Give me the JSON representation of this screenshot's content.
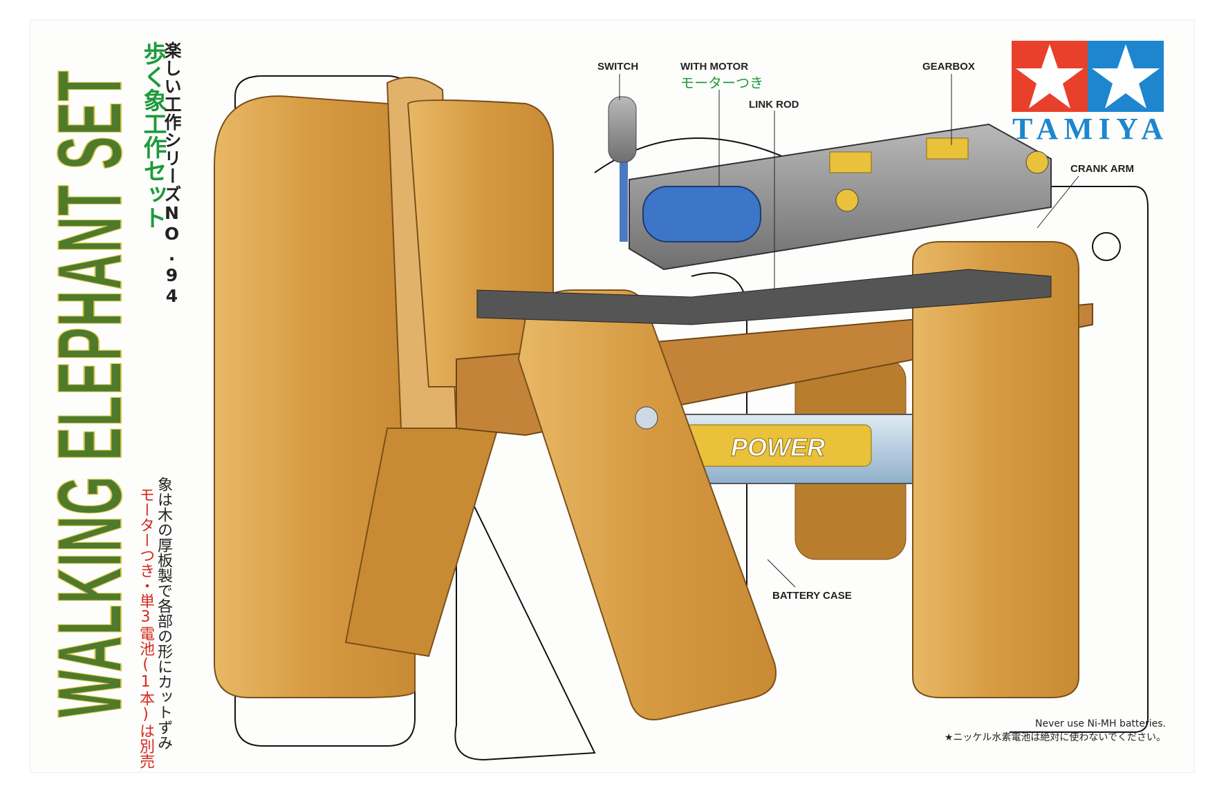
{
  "title": "WALKING ELEPHANT SET",
  "series": "楽しい工作シリーズNO.94",
  "japanese_title": "歩く象工作セット",
  "description": "象は木の厚板製で各部の形にカットずみ",
  "sold_separately": "モーターつき・単3電池(1本)は別売",
  "labels": {
    "switch": "SWITCH",
    "with_motor": "WITH MOTOR",
    "with_motor_jp": "モーターつき",
    "link_rod": "LINK ROD",
    "gearbox": "GEARBOX",
    "crank_arm": "CRANK ARM",
    "battery_case": "BATTERY CASE"
  },
  "battery_print": "POWER",
  "brand": "TAMIYA",
  "notice": {
    "en": "Never use Ni-MH batteries.",
    "jp": "★ニッケル水素電池は絶対に使わないでください。"
  },
  "colors": {
    "green": "#4f7a2b",
    "jp_green": "#1f9a3b",
    "red": "#d42a1e",
    "tamiya_red": "#e8402a",
    "tamiya_blue": "#1d86cf",
    "wood": "#d9a24a"
  }
}
